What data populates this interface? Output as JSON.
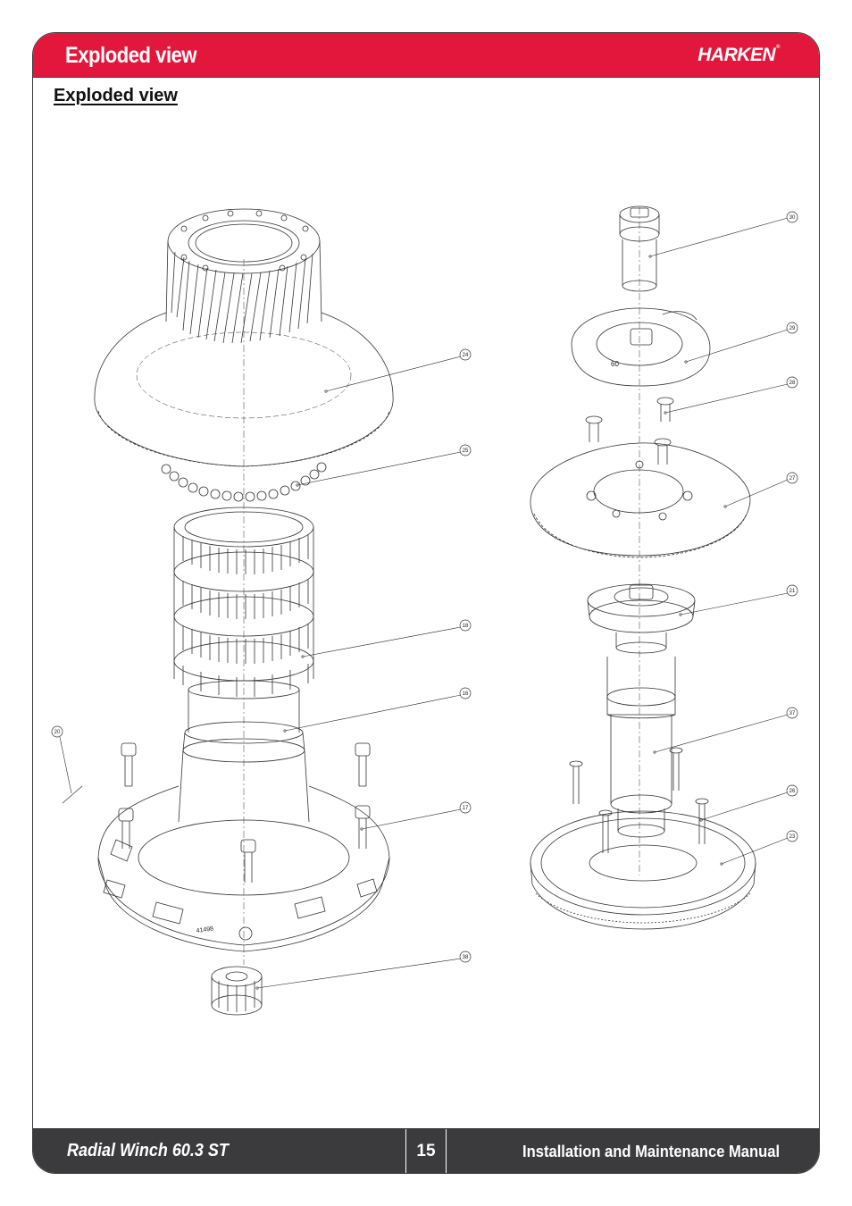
{
  "header": {
    "title": "Exploded view",
    "logo_text": "HARKEN",
    "logo_mark": "®",
    "bar_color": "#e3173b"
  },
  "section_heading": "Exploded view",
  "callouts": [
    "30",
    "29",
    "28",
    "27",
    "21",
    "37",
    "26",
    "23",
    "24",
    "25",
    "18",
    "16",
    "20",
    "17",
    "38"
  ],
  "part_markings": {
    "base_text": "41498",
    "top_plate_text": "60"
  },
  "footer": {
    "product_prefix": "Radial Winch ",
    "product_model": "60.3 ST",
    "page_number": "15",
    "manual_title": "Installation and Maintenance Manual",
    "bar_color": "#3b3b3d"
  }
}
